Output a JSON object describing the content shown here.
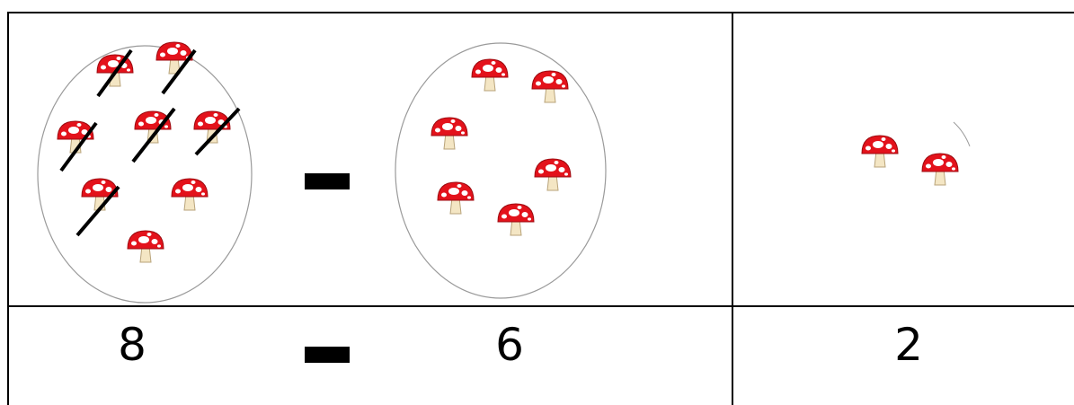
{
  "equation": {
    "minuend": "8",
    "subtrahend": "6",
    "difference": "2"
  },
  "groups": {
    "minuend_mushrooms": 8,
    "crossed_out_mushrooms": 6,
    "subtrahend_mushrooms": 6,
    "difference_mushrooms": 2
  },
  "colors": {
    "mushroom_cap": "#e3121b",
    "mushroom_spots": "#ffffff",
    "mushroom_stem": "#f4e6c4",
    "oval_outline": "#9a9a9a",
    "strike": "#000000",
    "grid_lines": "#000000"
  },
  "icons": {
    "item": "mushroom-icon",
    "operator": "minus-sign"
  }
}
